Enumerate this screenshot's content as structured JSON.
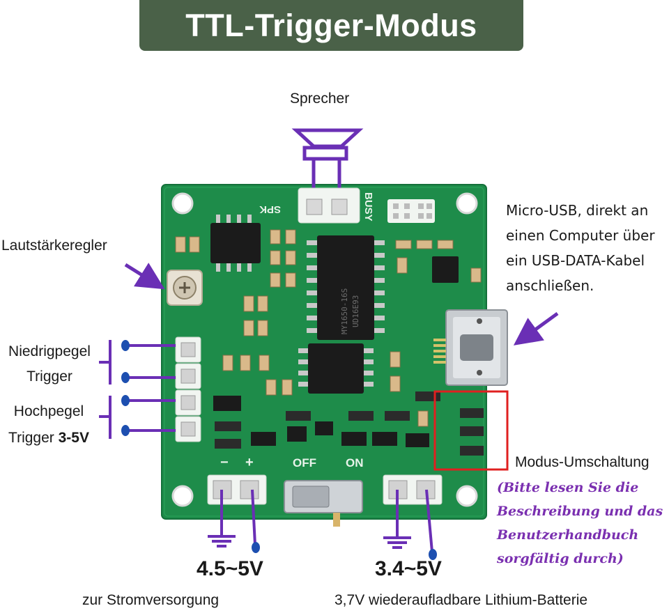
{
  "title": "TTL-Trigger-Modus",
  "labels": {
    "speaker": "Sprecher",
    "volume": "Lautstärkeregler",
    "usb": [
      "Micro-USB, direkt an",
      "einen Computer über",
      "ein USB-DATA-Kabel",
      "anschließen."
    ],
    "low_trigger": [
      "Niedrigpegel",
      "Trigger"
    ],
    "high_trigger_line1": "Hochpegel",
    "high_trigger_line2_prefix": "Trigger ",
    "high_trigger_line2_bold": "3-5V",
    "mode_switch": "Modus-Umschaltung",
    "mode_note": [
      "(Bitte lesen Sie die",
      "Beschreibung und das",
      "Benutzerhandbuch",
      "sorgfältig durch)"
    ],
    "volt_left": "4.5~5V",
    "volt_right": "3.4~5V",
    "power_supply": "zur Stromversorgung",
    "battery": "3,7V wiederaufladbare Lithium-Batterie"
  },
  "board_marks": {
    "spk": "SPK",
    "busy": "BUSY",
    "off": "OFF",
    "on": "ON",
    "minus": "−",
    "plus": "+",
    "chip_text": [
      "MY1650-16S",
      "UD16E93"
    ]
  },
  "colors": {
    "banner": "#4a6148",
    "pcb": "#1e8c4a",
    "arrow": "#6a2fb5",
    "note": "#7a2fb0",
    "highlight_box": "#e02020"
  }
}
